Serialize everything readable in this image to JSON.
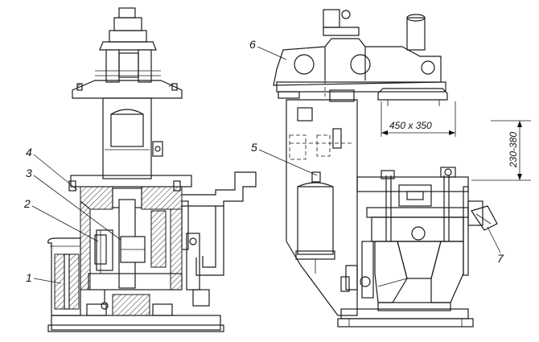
{
  "callouts": [
    {
      "id": "1",
      "text": "1"
    },
    {
      "id": "2",
      "text": "2"
    },
    {
      "id": "3",
      "text": "3"
    },
    {
      "id": "4",
      "text": "4"
    },
    {
      "id": "5",
      "text": "5"
    },
    {
      "id": "6",
      "text": "6"
    },
    {
      "id": "7",
      "text": "7"
    }
  ],
  "dimensions": {
    "opening": "450 x 350",
    "height_range": "230-380"
  }
}
